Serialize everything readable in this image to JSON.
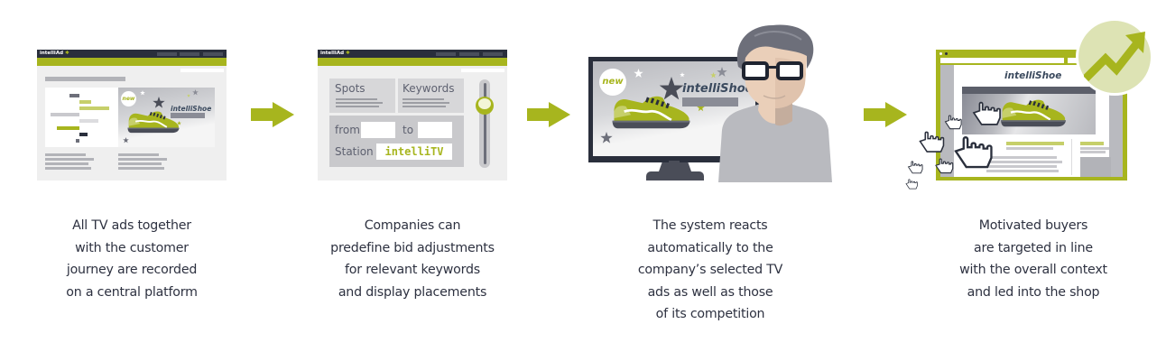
{
  "colors": {
    "accent_green": "#a7b51e",
    "light_green": "#dde3b4",
    "dark_navy": "#2a2f3c",
    "panel_gray": "#efefef",
    "text": "#2d3140"
  },
  "steps": [
    {
      "id": "record",
      "illustration": "dashboard-with-tv-ad",
      "app_logo": "intelliAd",
      "ad_badge": "new",
      "ad_brand": "intelliShoe",
      "caption": [
        "All TV ads together",
        "with the customer",
        "journey are recorded",
        "on a central platform"
      ]
    },
    {
      "id": "bid-adjustments",
      "illustration": "bid-settings-form",
      "app_logo": "intelliAd",
      "form": {
        "spots_label": "Spots",
        "keywords_label": "Keywords",
        "from_label": "from",
        "to_label": "to",
        "station_label": "Station",
        "station_value": "intelliTV"
      },
      "caption": [
        "Companies can",
        "predefine bid adjustments",
        "for relevant keywords",
        "and display placements"
      ]
    },
    {
      "id": "system-reacts",
      "illustration": "viewer-watching-tv-ad",
      "ad_badge": "new",
      "ad_brand": "intelliShoe",
      "caption": [
        "The system reacts",
        "automatically to the",
        "company’s selected TV",
        "ads as well as those",
        "of its competition"
      ]
    },
    {
      "id": "buyers-targeted",
      "illustration": "shop-with-clicks-and-growth",
      "shop_brand": "intelliShoe",
      "caption": [
        "Motivated buyers",
        "are targeted in line",
        "with the overall context",
        "and led into the shop"
      ]
    }
  ],
  "arrows": [
    "flow-arrow",
    "flow-arrow",
    "flow-arrow"
  ]
}
